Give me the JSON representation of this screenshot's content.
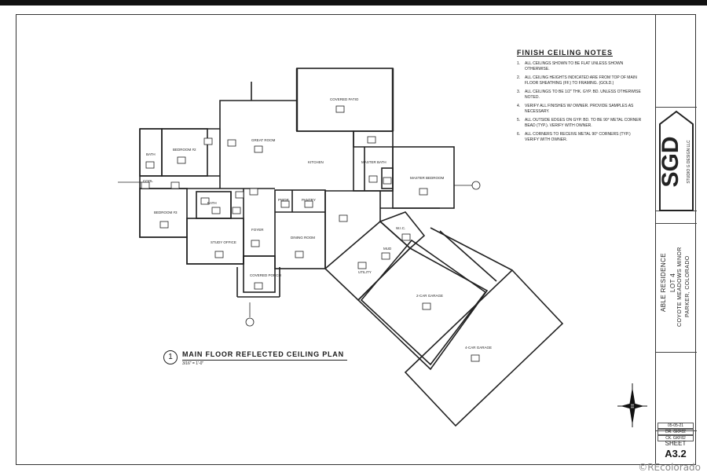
{
  "notes": {
    "title": "FINISH CEILING NOTES",
    "items": [
      {
        "num": "1.",
        "text": "ALL CEILINGS SHOWN TO BE FLAT UNLESS SHOWN OTHERWISE."
      },
      {
        "num": "2.",
        "text": "ALL CEILING HEIGHTS INDICATED ARE FROM TOP OF MAIN FLOOR SHEATHING (FF.) TO FRAMING. (GOLD.)"
      },
      {
        "num": "3.",
        "text": "ALL CEILINGS TO BE 1/2\" THK. GYP. BD. UNLESS OTHERWISE NOTED."
      },
      {
        "num": "4.",
        "text": "VERIFY ALL FINISHES W/ OWNER. PROVIDE SAMPLES AS NECESSARY."
      },
      {
        "num": "5.",
        "text": "ALL OUTSIDE EDGES ON GYP. BD. TO BE 90° METAL CORNER BEAD (TYP.). VERIFY WITH OWNER."
      },
      {
        "num": "6.",
        "text": "ALL CORNERS TO RECEIVE METAL 90° CORNERS (TYP.) VERIFY WITH OWNER."
      }
    ]
  },
  "plan": {
    "number": "1",
    "title": "MAIN FLOOR REFLECTED CEILING PLAN",
    "scale": "3/16\" = 1'-0\""
  },
  "rooms": [
    {
      "id": "covered-patio",
      "label": "COVERED PATIO"
    },
    {
      "id": "great-room",
      "label": "GREAT ROOM"
    },
    {
      "id": "kitchen",
      "label": "KITCHEN"
    },
    {
      "id": "bath-1",
      "label": "BATH"
    },
    {
      "id": "bedroom-2",
      "label": "BEDROOM #2"
    },
    {
      "id": "master-bath",
      "label": "MASTER BATH"
    },
    {
      "id": "master-bedroom",
      "label": "MASTER BEDROOM"
    },
    {
      "id": "bedroom-3",
      "label": "BEDROOM #3"
    },
    {
      "id": "bath-2",
      "label": "BATH"
    },
    {
      "id": "study",
      "label": "STUDY OFFICE"
    },
    {
      "id": "foyer",
      "label": "FOYER"
    },
    {
      "id": "dining",
      "label": "DINING ROOM"
    },
    {
      "id": "pantry",
      "label": "PANTRY"
    },
    {
      "id": "powder",
      "label": "PWDR."
    },
    {
      "id": "wic",
      "label": "W.I.C."
    },
    {
      "id": "mud",
      "label": "MUD"
    },
    {
      "id": "utility",
      "label": "UTILITY"
    },
    {
      "id": "garage-2",
      "label": "2-CAR GARAGE"
    },
    {
      "id": "garage-4",
      "label": "4-CAR GARAGE"
    },
    {
      "id": "covered-porch",
      "label": "COVERED PORCH"
    },
    {
      "id": "cool",
      "label": "COOL"
    }
  ],
  "title_block": {
    "project": "ABLE RESIDENCE",
    "lot": "LOT 4",
    "subdivision": "COYOTE MEADOWS MINOR",
    "location": "PARKER, COLORADO",
    "firm": "SGD",
    "firm_sub": "STUDIO G DESIGN LLC",
    "date": "05-05-21",
    "drawn": "DR. GKF82",
    "checked": "CK. GKF82",
    "sheet_label": "SHEET",
    "sheet_number": "A3.2"
  },
  "watermark": "©REcolorado"
}
